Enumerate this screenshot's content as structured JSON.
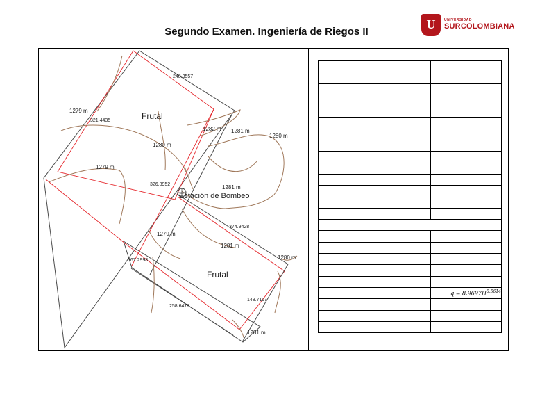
{
  "header": {
    "title": "Segundo Examen. Ingeniería de Riegos II",
    "logo": {
      "emblem": "U",
      "small": "UNIVERSIDAD",
      "big": "SURCOLOMBIANA"
    }
  },
  "map": {
    "areas": [
      "Frutal",
      "Frutal"
    ],
    "station": "Estación de Bombeo",
    "contours": [
      "1279 m",
      "1280 m",
      "1279 m",
      "1282 m",
      "1281 m",
      "1280 m",
      "1281 m",
      "1279 m",
      "1281 m",
      "1280 m",
      "1281 m"
    ],
    "distances": [
      "248.3557",
      "321.4435",
      "326.8952",
      "374.9428",
      "567.2998",
      "258.6478",
      "148.7117"
    ]
  },
  "table": {
    "formula": {
      "lhs": "q = 8.9697",
      "var": "H",
      "exp": "0.5614"
    }
  },
  "colors": {
    "boundary_red": "#e5252a",
    "boundary_gray": "#4a4a4a",
    "contour": "#a0785a",
    "logo_red": "#b3161c"
  }
}
